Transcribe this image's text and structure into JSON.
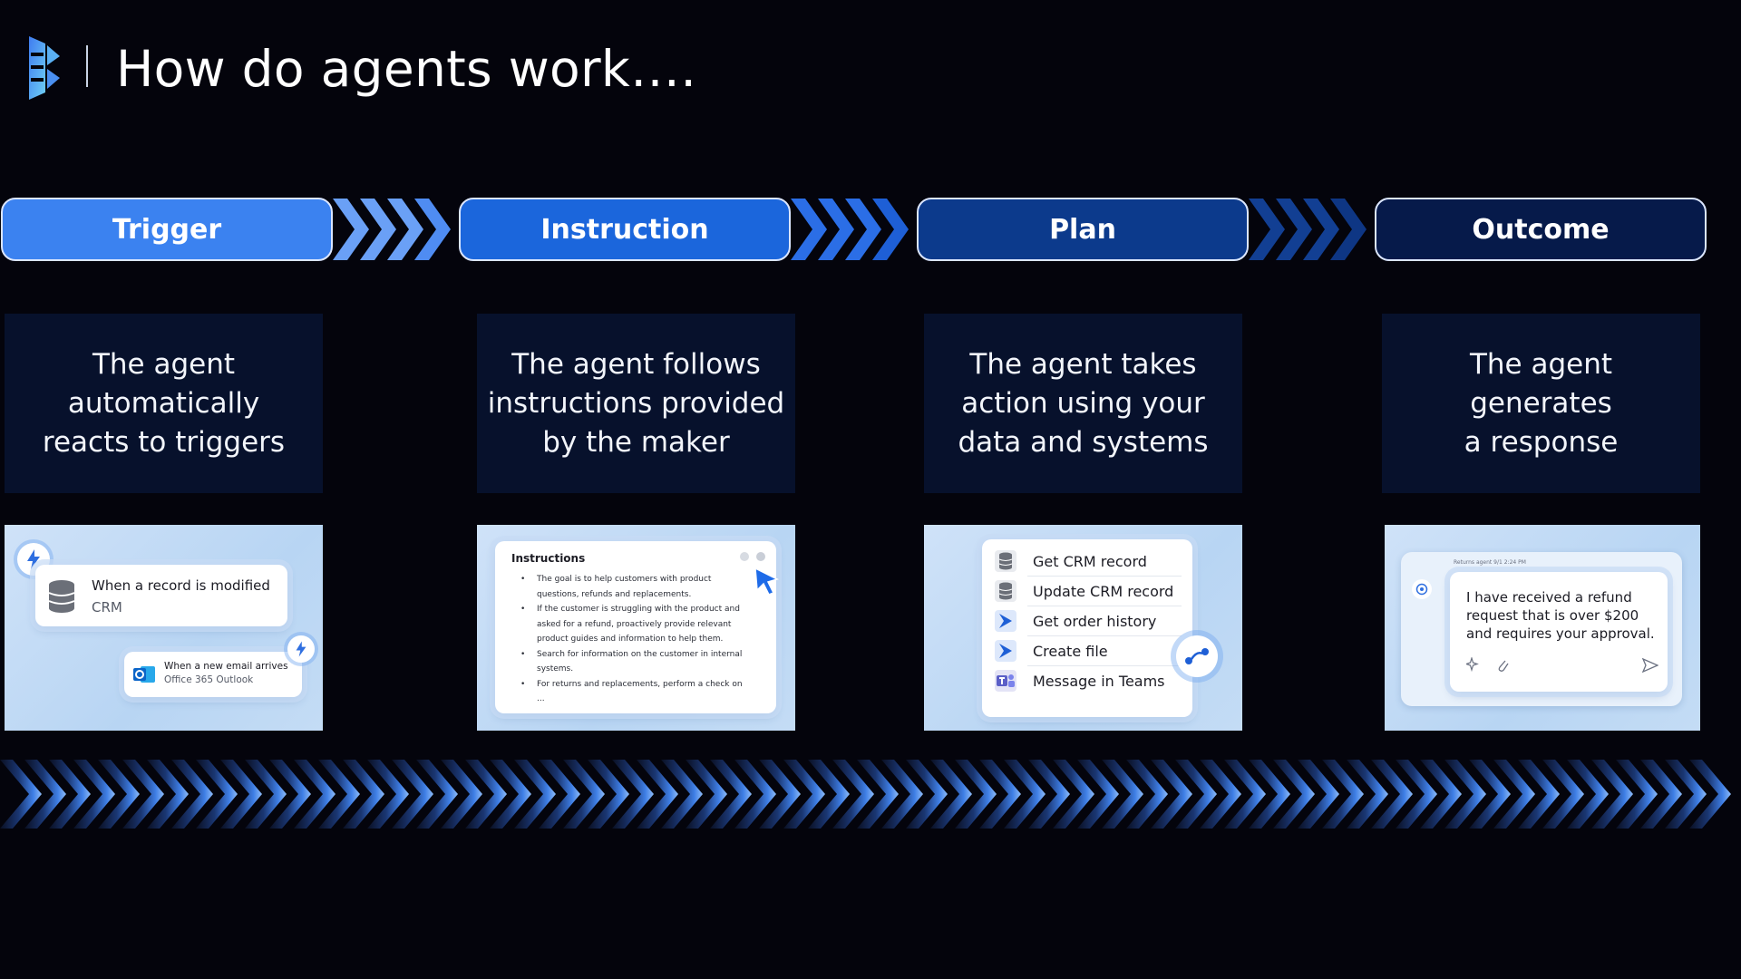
{
  "header": {
    "title": "How do agents work…."
  },
  "colors": {
    "background": "#04040c",
    "trigger": "#3b82f0",
    "instruction": "#1b66dc",
    "plan": "#0c3a8c",
    "outcome": "#061a4a",
    "card": "#07112c"
  },
  "stages": [
    {
      "label": "Trigger",
      "description": "The agent\nautomatically\nreacts to triggers"
    },
    {
      "label": "Instruction",
      "description": "The agent follows\ninstructions provided\nby the maker"
    },
    {
      "label": "Plan",
      "description": "The agent takes\naction using your\ndata and systems"
    },
    {
      "label": "Outcome",
      "description": "The agent\ngenerates\na response"
    }
  ],
  "trigger_panel": {
    "main_title": "When a record is modified",
    "main_sub": "CRM",
    "sub_title": "When a new email arrives",
    "sub_sub": "Office 365 Outlook"
  },
  "instruction_panel": {
    "title": "Instructions",
    "items": [
      [
        "The goal is to help customers with product",
        "questions, refunds and replacements."
      ],
      [
        "If the customer is struggling with the product and",
        "asked for a refund, proactively provide relevant",
        "product guides and information to help them."
      ],
      [
        "Search for information on the customer in internal",
        "systems."
      ],
      [
        "For returns and replacements, perform a check on",
        "..."
      ]
    ]
  },
  "plan_panel": {
    "steps": [
      "Get CRM record",
      "Update CRM record",
      "Get order history",
      "Create file",
      "Message in Teams"
    ]
  },
  "outcome_panel": {
    "header": "Returns agent  9/1  2:24 PM",
    "message": "I have received a refund request that is over $200 and requires your approval."
  }
}
